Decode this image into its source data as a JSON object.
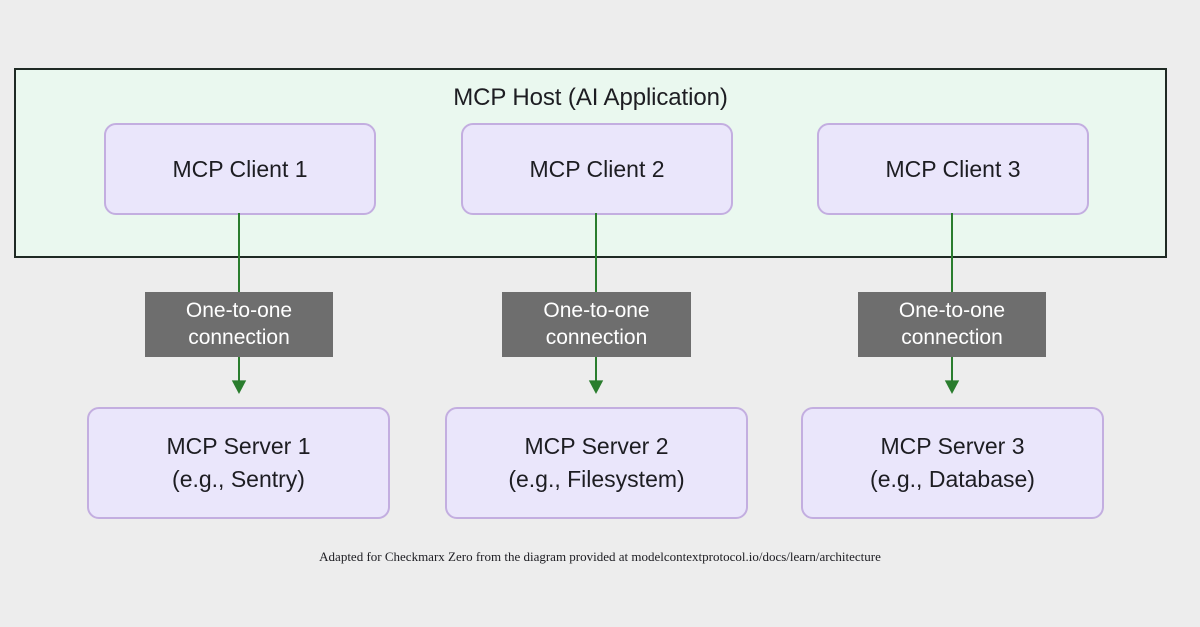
{
  "diagram": {
    "background_color": "#ededed",
    "host": {
      "title": "MCP Host (AI Application)",
      "fill_color": "#eaf8ef",
      "border_color": "#1f2a24"
    },
    "node_colors": {
      "fill": "#eae6fb",
      "border": "#c3aee0",
      "text": "#1d1d22"
    },
    "connection_colors": {
      "fill": "#6e6e6e",
      "text": "#ffffff"
    },
    "arrow_color": "#2a7d2e",
    "clients": [
      {
        "label": "MCP Client 1"
      },
      {
        "label": "MCP Client 2"
      },
      {
        "label": "MCP Client 3"
      }
    ],
    "connections": [
      {
        "line1": "One-to-one",
        "line2": "connection"
      },
      {
        "line1": "One-to-one",
        "line2": "connection"
      },
      {
        "line1": "One-to-one",
        "line2": "connection"
      }
    ],
    "servers": [
      {
        "label": "MCP Server 1",
        "example": "(e.g., Sentry)"
      },
      {
        "label": "MCP Server 2",
        "example": "(e.g., Filesystem)"
      },
      {
        "label": "MCP Server 3",
        "example": "(e.g., Database)"
      }
    ],
    "caption": "Adapted for Checkmarx Zero from the diagram provided at modelcontextprotocol.io/docs/learn/architecture"
  }
}
